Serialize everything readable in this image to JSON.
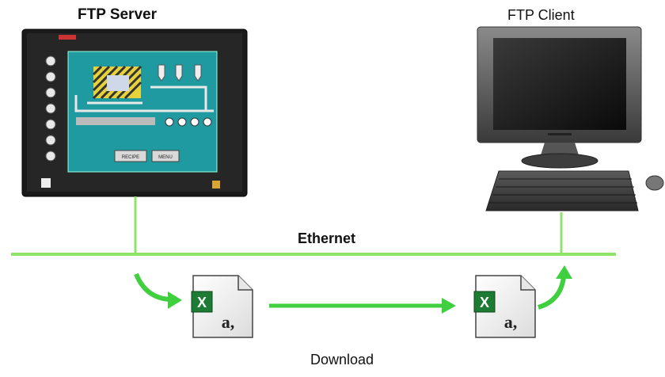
{
  "labels": {
    "server": "FTP Server",
    "client": "FTP Client",
    "network": "Ethernet",
    "action": "Download"
  },
  "hmi": {
    "screen_buttons": [
      "RECIPE",
      "MENU"
    ]
  },
  "file_icon": {
    "badge": "X",
    "letter": "a,"
  },
  "colors": {
    "network_line": "#8fe36a",
    "arrow": "#3fcf3f",
    "hmi_bezel": "#1a1a1a",
    "hmi_screen": "#1f9aa0",
    "excel_green": "#1e7b34"
  }
}
